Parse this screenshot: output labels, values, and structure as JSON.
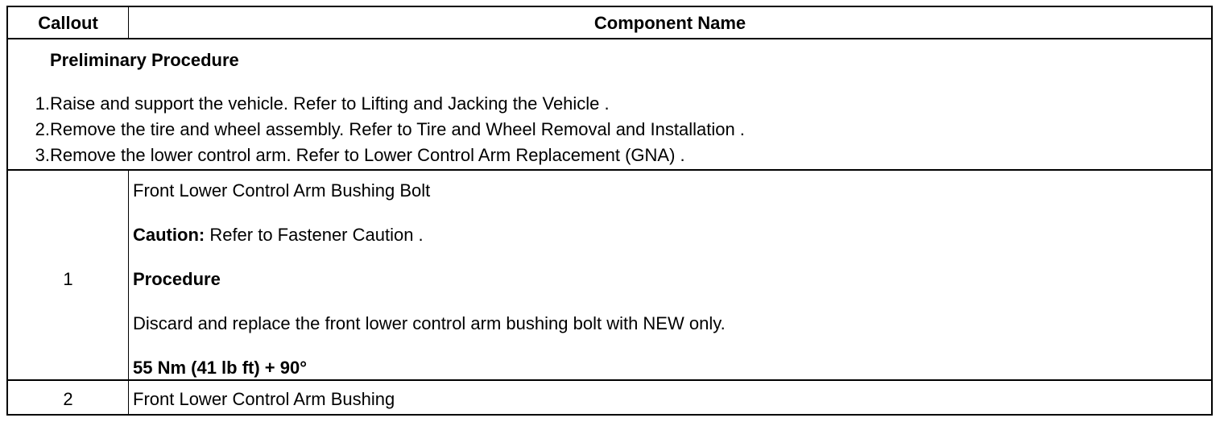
{
  "header": {
    "callout": "Callout",
    "component_name": "Component Name"
  },
  "preliminary": {
    "title": "Preliminary Procedure",
    "steps": [
      {
        "num": "1.",
        "text": "Raise and support the vehicle. Refer to Lifting and Jacking the Vehicle ."
      },
      {
        "num": "2.",
        "text": "Remove the tire and wheel assembly. Refer to Tire and Wheel Removal and Installation ."
      },
      {
        "num": "3.",
        "text": "Remove the lower control arm. Refer to Lower Control Arm Replacement (GNA) ."
      }
    ]
  },
  "rows": [
    {
      "callout": "1",
      "name": "Front Lower Control Arm Bushing Bolt",
      "caution_label": "Caution:",
      "caution_text": " Refer to Fastener Caution .",
      "procedure_label": "Procedure",
      "procedure_text": "Discard and replace the front lower control arm bushing bolt with NEW only.",
      "torque": "55 Nm (41 lb ft) + 90°"
    },
    {
      "callout": "2",
      "name": "Front Lower Control Arm Bushing"
    }
  ]
}
